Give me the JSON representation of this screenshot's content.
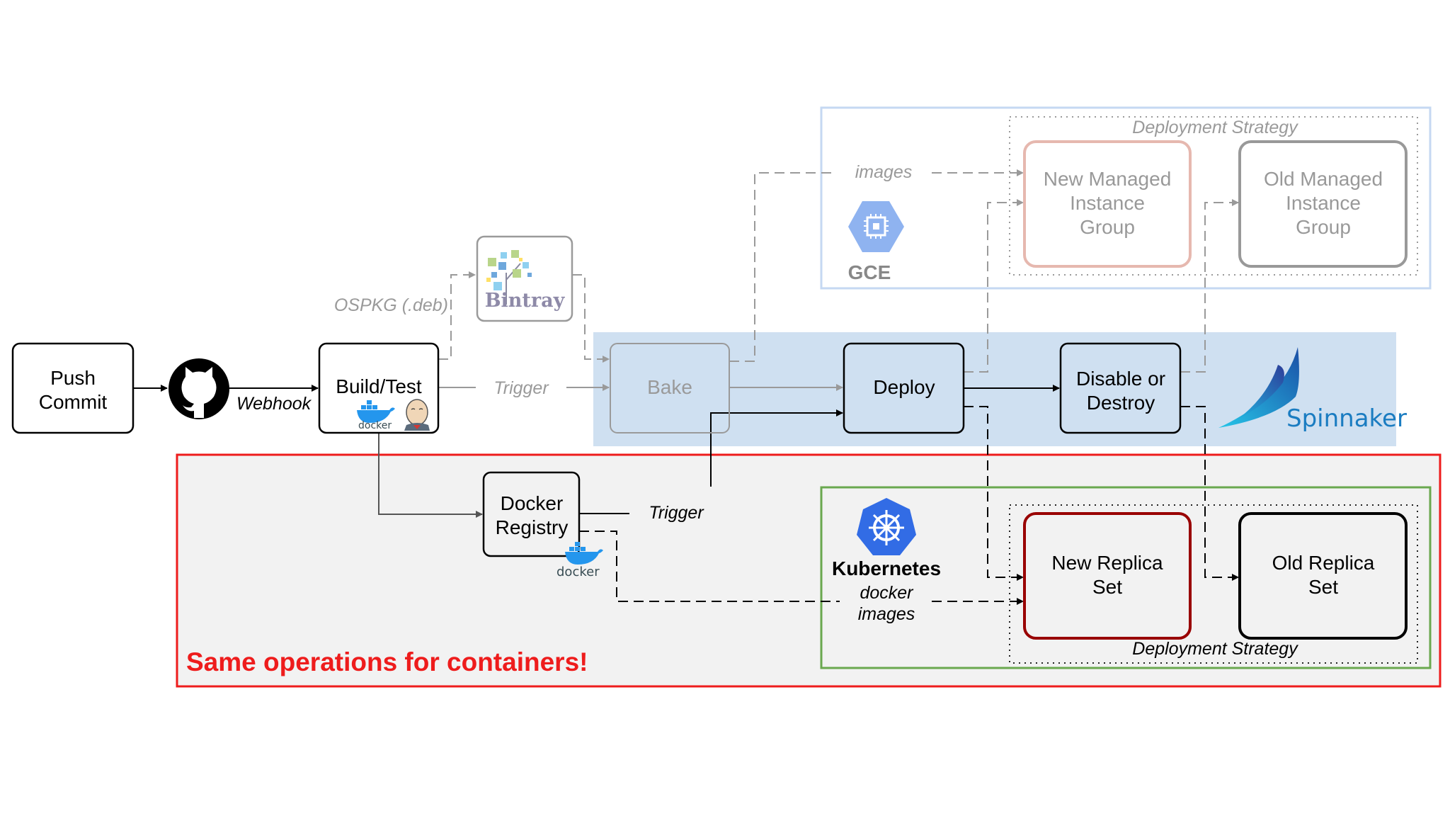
{
  "nodes": {
    "push_commit": [
      "Push",
      "Commit"
    ],
    "build_test": [
      "Build/Test"
    ],
    "bintray": "Bintray",
    "bake": [
      "Bake"
    ],
    "deploy": [
      "Deploy"
    ],
    "disable_destroy": [
      "Disable or",
      "Destroy"
    ],
    "new_mig": [
      "New Managed",
      "Instance",
      "Group"
    ],
    "old_mig": [
      "Old Managed",
      "Instance",
      "Group"
    ],
    "docker_registry": [
      "Docker",
      "Registry"
    ],
    "new_rs": [
      "New Replica",
      "Set"
    ],
    "old_rs": [
      "Old Replica",
      "Set"
    ]
  },
  "labels": {
    "webhook": "Webhook",
    "trigger_top": "Trigger",
    "trigger_bottom": "Trigger",
    "ospkg": "OSPKG (.deb)",
    "images": "images",
    "docker_images": [
      "docker",
      "images"
    ],
    "deployment_strategy_top": "Deployment Strategy",
    "deployment_strategy_bottom": "Deployment Strategy",
    "gce": "GCE",
    "kubernetes": "Kubernetes",
    "spinnaker": "Spinnaker",
    "docker_logo_text": "docker",
    "containers_note": "Same operations for containers!"
  },
  "colors": {
    "spinnaker_band": "#cfe0f1",
    "gce_border": "#c5d8f2",
    "red_frame": "#ee1c1c",
    "green_frame": "#6aa84f",
    "new_mig_border": "#e6b8af",
    "old_mig_border": "#999999",
    "new_rs_border": "#990000",
    "faded_gray": "#9a9a9a",
    "gce_hex": "#8fb3f0",
    "k8s_blue": "#326ce5",
    "spinnaker_blue": "#1a7cc1"
  }
}
